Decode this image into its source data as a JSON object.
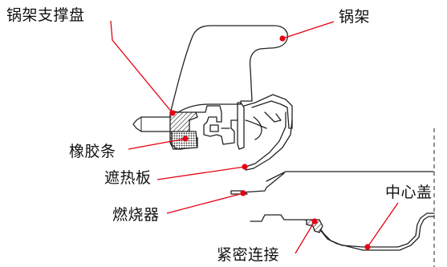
{
  "labels": {
    "pot_support_plate": "锅架支撑盘",
    "pot_rack": "锅架",
    "rubber_strip": "橡胶条",
    "heat_shield": "遮热板",
    "burner": "燃烧器",
    "center_cover": "中心盖",
    "sealed_connection": "紧密连接"
  },
  "colors": {
    "leader": "#e60012",
    "line": "#222222",
    "background": "#ffffff"
  }
}
